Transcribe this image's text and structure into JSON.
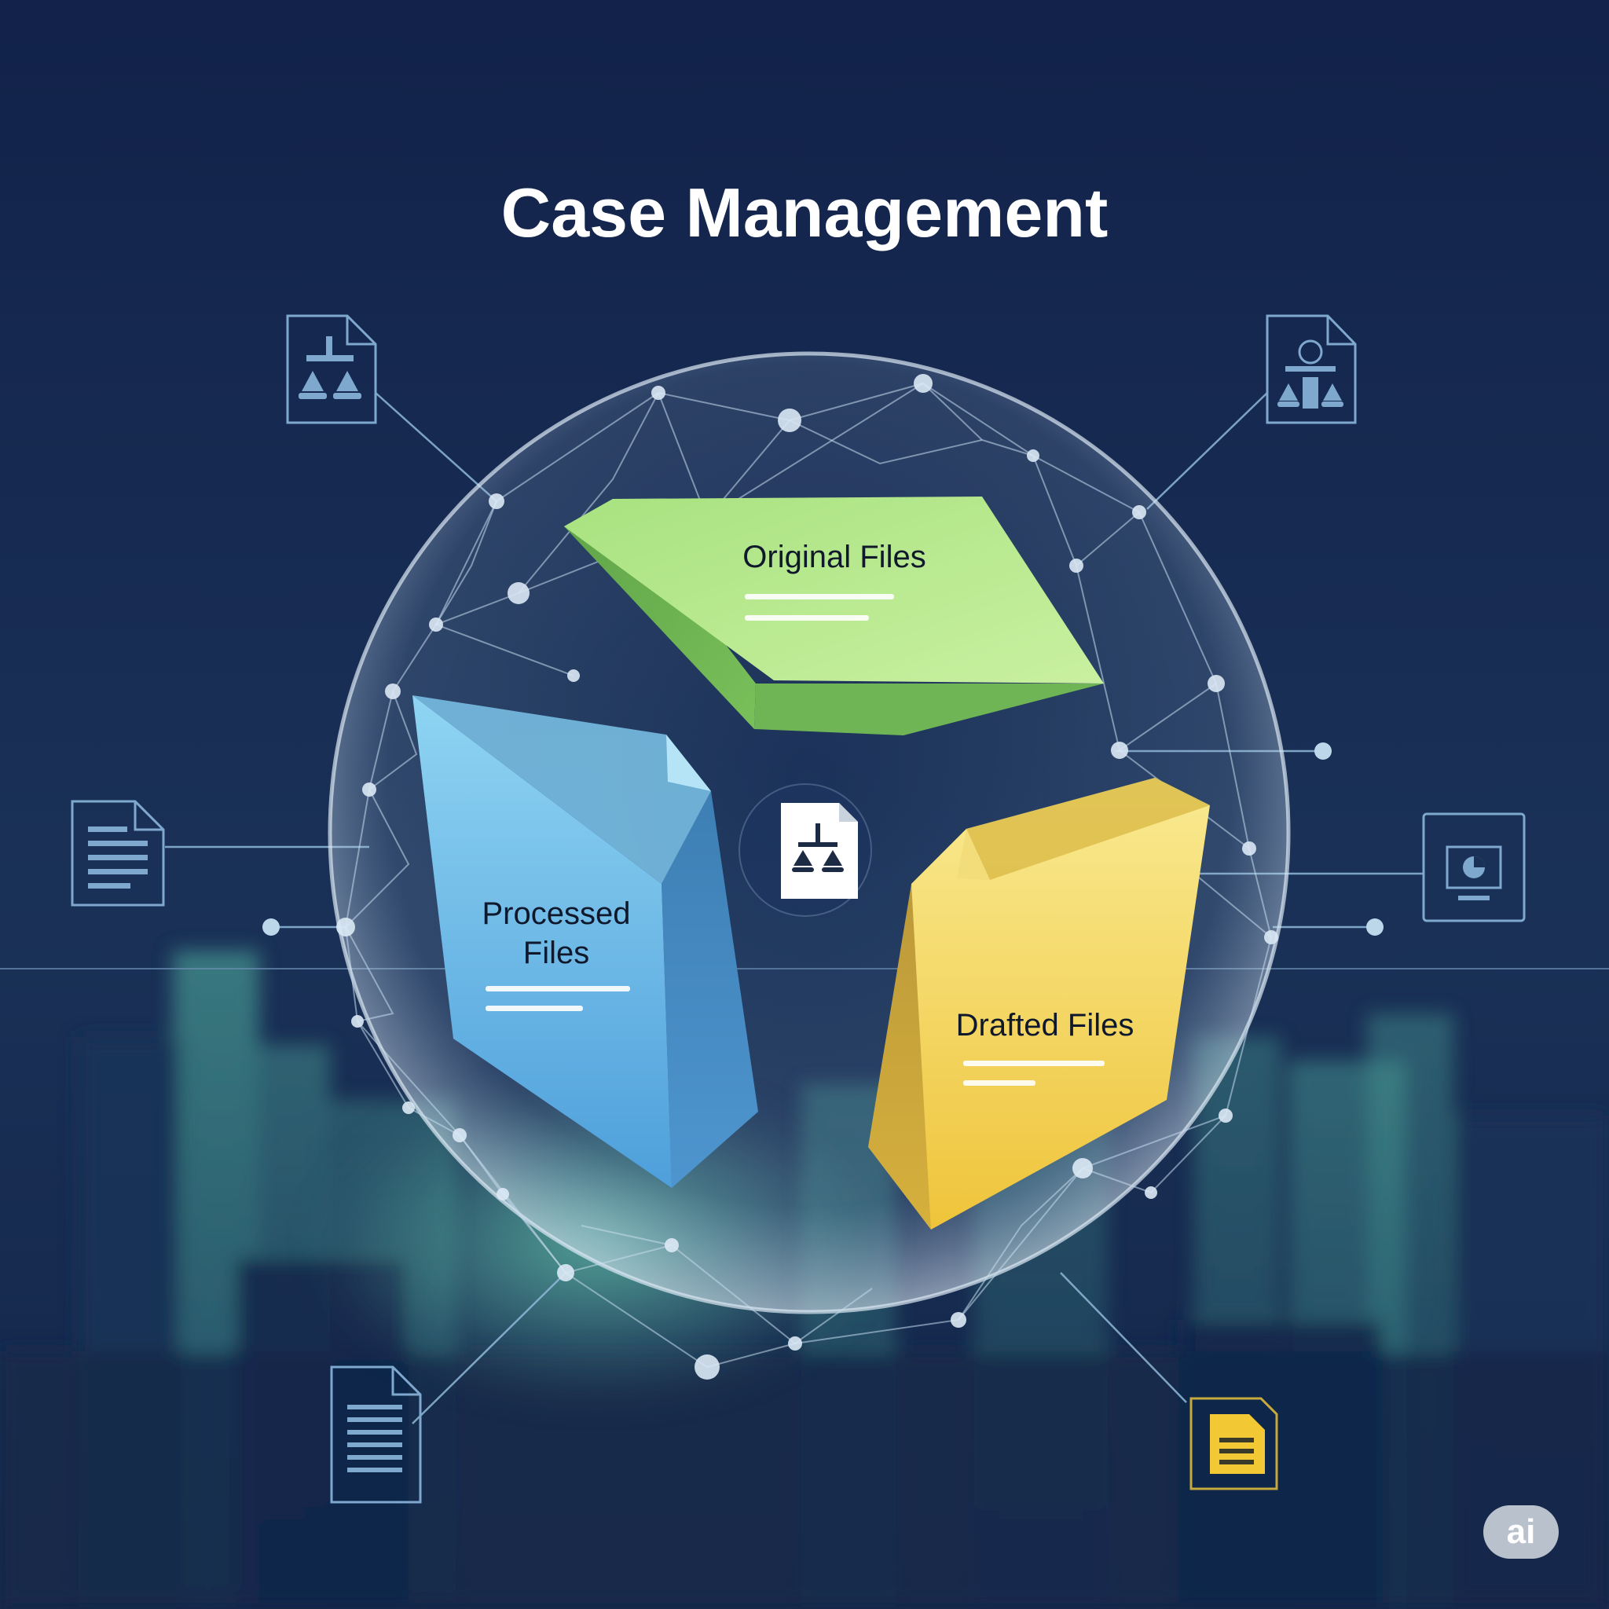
{
  "title": "Case Management",
  "folders": {
    "original": {
      "label": "Original Files",
      "color": "#9ed97a"
    },
    "processed": {
      "label_line1": "Processed",
      "label_line2": "Files",
      "color": "#5aaee0"
    },
    "drafted": {
      "label": "Drafted Files",
      "color": "#f0cf52"
    }
  },
  "center_icon": "legal-document-scales-icon",
  "satellite_icons": [
    "legal-document-scales-icon",
    "legal-document-person-icon",
    "text-document-icon",
    "monitor-chart-icon",
    "text-document-icon",
    "yellow-document-icon"
  ],
  "badge": "ai",
  "colors": {
    "background": "#142448",
    "accent_line": "#8fc3dc",
    "city_glow": "#4fa89a"
  }
}
